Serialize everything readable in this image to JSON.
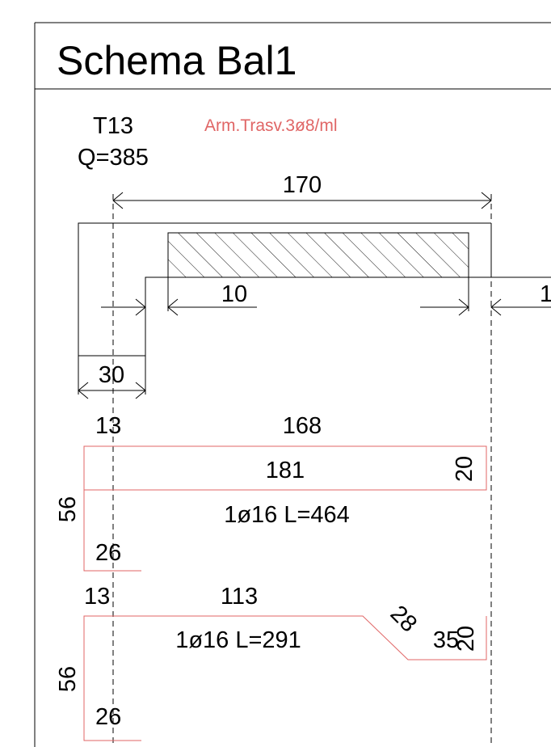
{
  "title": "Schema Bal1",
  "colors": {
    "rebar": "#e06666",
    "line": "#000000"
  },
  "section": {
    "type_label": "T13",
    "elevation_label": "Q=385",
    "transverse_reinforcement": "Arm.Trasv.3ø8/ml"
  },
  "dimensions": {
    "overall_width": "170",
    "slab_offset": "10",
    "right_partial": "1",
    "stem_width": "30"
  },
  "bar_1": {
    "left_leg": "13",
    "top_length": "168",
    "inner_length": "181",
    "end_height": "20",
    "height": "56",
    "spec": "1ø16 L=464",
    "bottom_leg": "26"
  },
  "bar_2": {
    "left_leg": "13",
    "top_length": "113",
    "spec": "1ø16 L=291",
    "diagonal": "28",
    "tail_length": "35",
    "end_height": "20",
    "height": "56",
    "bottom_leg": "26"
  }
}
